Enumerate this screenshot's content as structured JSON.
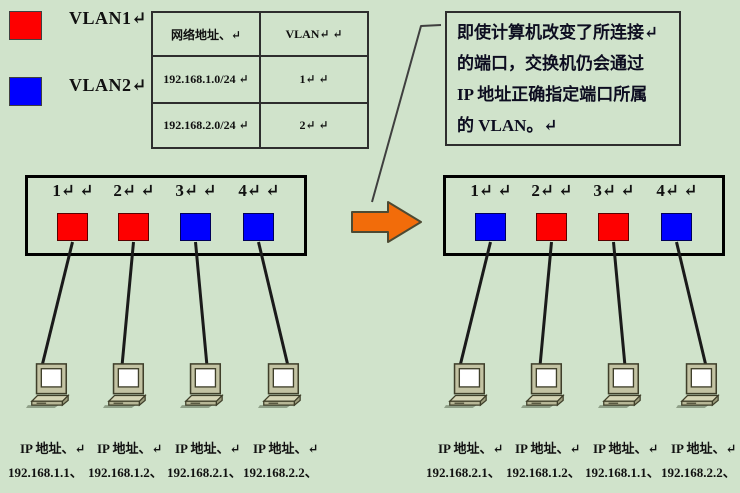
{
  "colors": {
    "background": "#d0e3cb",
    "vlan1": "#fe0000",
    "vlan2": "#0000fe",
    "arrow_fill": "#f26c0a",
    "arrow_outline": "#4d4a33",
    "cable": "#1a1a1a"
  },
  "legend": {
    "items": [
      {
        "label": "VLAN1↵",
        "vlan": "VLAN1",
        "color": "#fe0000"
      },
      {
        "label": "VLAN2↵",
        "vlan": "VLAN2",
        "color": "#0000fe"
      }
    ]
  },
  "vlan_table": {
    "headers": {
      "network": "网络地址、↵",
      "vlan": "VLAN↵  ↵"
    },
    "rows": [
      {
        "network": "192.168.1.0/24 ↵",
        "vlan": "1↵  ↵"
      },
      {
        "network": "192.168.2.0/24 ↵",
        "vlan": "2↵  ↵"
      }
    ]
  },
  "annotation": {
    "text": "即使计算机改变了所连接↵\n的端口，交换机仍会通过\nIP 地址正确指定端口所属\n的 VLAN。↵"
  },
  "panels": [
    {
      "side": "before-change",
      "ports": [
        {
          "number": "1↵ ↵",
          "vlan": "VLAN1",
          "color": "#fe0000"
        },
        {
          "number": "2↵ ↵",
          "vlan": "VLAN1",
          "color": "#fe0000"
        },
        {
          "number": "3↵ ↵",
          "vlan": "VLAN2",
          "color": "#0000fe"
        },
        {
          "number": "4↵ ↵",
          "vlan": "VLAN2",
          "color": "#0000fe"
        }
      ],
      "ip_labels": [
        "IP 地址、↵",
        "IP 地址、↵",
        "IP 地址、↵",
        "IP 地址、↵"
      ],
      "ip_addresses": [
        "192.168.1.1、",
        "192.168.1.2、",
        "192.168.2.1、",
        "192.168.2.2、"
      ]
    },
    {
      "side": "after-change",
      "ports": [
        {
          "number": "1↵ ↵",
          "vlan": "VLAN2",
          "color": "#0000fe"
        },
        {
          "number": "2↵ ↵",
          "vlan": "VLAN1",
          "color": "#fe0000"
        },
        {
          "number": "3↵ ↵",
          "vlan": "VLAN1",
          "color": "#fe0000"
        },
        {
          "number": "4↵ ↵",
          "vlan": "VLAN2",
          "color": "#0000fe"
        }
      ],
      "ip_labels": [
        "IP 地址、↵",
        "IP 地址、↵",
        "IP 地址、↵",
        "IP 地址、↵"
      ],
      "ip_addresses": [
        "192.168.2.1、",
        "192.168.1.2、",
        "192.168.1.1、",
        "192.168.2.2、"
      ]
    }
  ]
}
